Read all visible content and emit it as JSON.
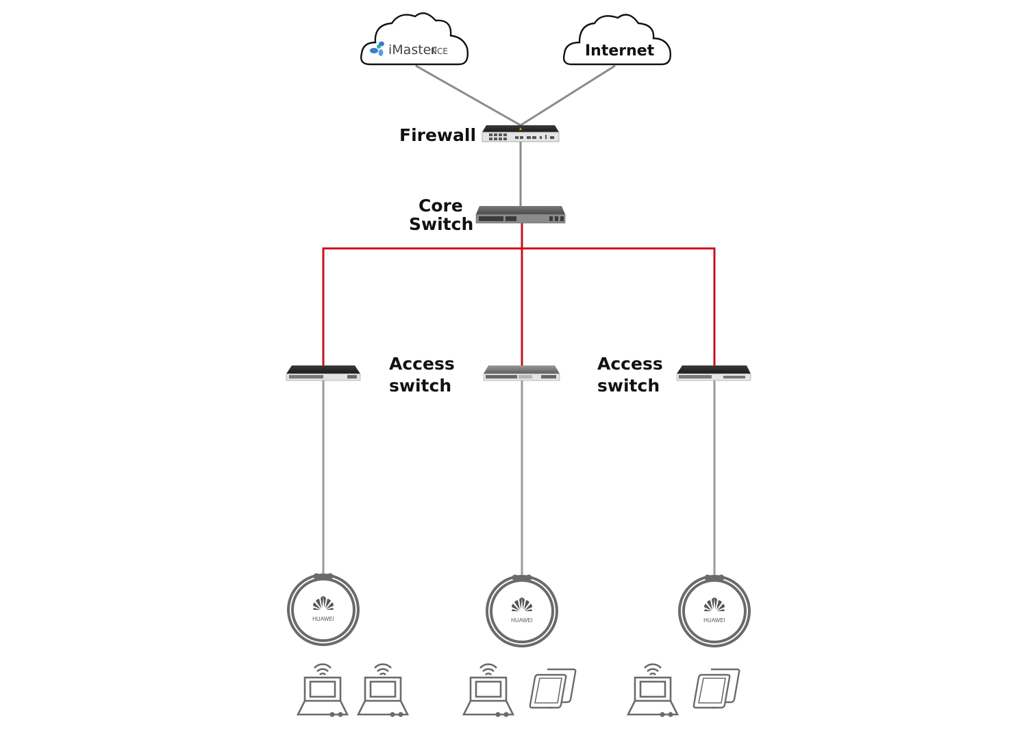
{
  "title": "Huawei campus network topology",
  "colors": {
    "uplink": "#8a8a8a",
    "core_to_access": "#c8101e",
    "access_to_ap": "#9a9a9a",
    "icon_gray": "#6a6a6a"
  },
  "clouds": [
    {
      "id": "imaster",
      "label": "iMaster",
      "suffix": "NCE",
      "icon": "imaster-logo-icon"
    },
    {
      "id": "internet",
      "label": "Internet"
    }
  ],
  "devices": {
    "firewall": {
      "label": "Firewall"
    },
    "core_switch": {
      "label_line1": "Core",
      "label_line2": "Switch"
    },
    "access_labels": [
      {
        "line1": "Access",
        "line2": "switch"
      },
      {
        "line1": "Access",
        "line2": "switch"
      }
    ],
    "access_switches": [
      {
        "id": "access-switch-1"
      },
      {
        "id": "access-switch-2"
      },
      {
        "id": "access-switch-3"
      }
    ],
    "access_points": [
      {
        "brand": "HUAWEI"
      },
      {
        "brand": "HUAWEI"
      },
      {
        "brand": "HUAWEI"
      }
    ]
  },
  "endpoints": [
    {
      "group": 1,
      "items": [
        "wireless-laptop",
        "wireless-laptop"
      ]
    },
    {
      "group": 2,
      "items": [
        "wireless-laptop",
        "tablet"
      ]
    },
    {
      "group": 3,
      "items": [
        "wireless-laptop",
        "tablet"
      ]
    }
  ],
  "links": [
    {
      "from": "iMaster NCE",
      "to": "Firewall",
      "type": "uplink"
    },
    {
      "from": "Internet",
      "to": "Firewall",
      "type": "uplink"
    },
    {
      "from": "Firewall",
      "to": "Core Switch",
      "type": "uplink"
    },
    {
      "from": "Core Switch",
      "to": "access-switch-1",
      "type": "core_to_access"
    },
    {
      "from": "Core Switch",
      "to": "access-switch-2",
      "type": "core_to_access"
    },
    {
      "from": "Core Switch",
      "to": "access-switch-3",
      "type": "core_to_access"
    },
    {
      "from": "access-switch-1",
      "to": "AP-1",
      "type": "access_to_ap"
    },
    {
      "from": "access-switch-2",
      "to": "AP-2",
      "type": "access_to_ap"
    },
    {
      "from": "access-switch-3",
      "to": "AP-3",
      "type": "access_to_ap"
    }
  ]
}
